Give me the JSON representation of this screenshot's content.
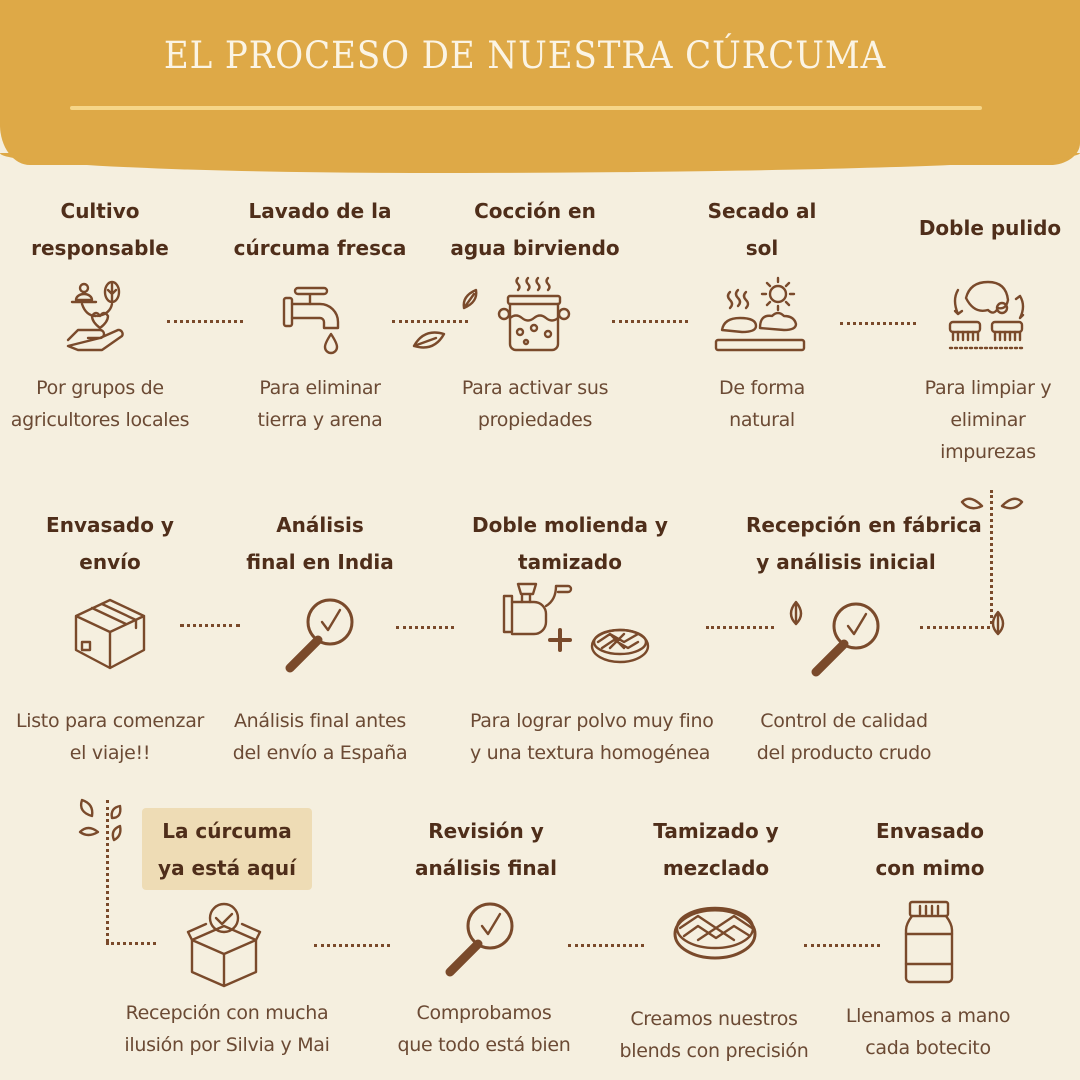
{
  "header": {
    "title": "EL PROCESO DE NUESTRA CÚRCUMA",
    "banner_color": "#dea947",
    "text_color": "#4e3120"
  },
  "rows": [
    {
      "steps": [
        {
          "title_l1": "Cultivo",
          "title_l2": "responsable",
          "desc_l1": "Por grupos de",
          "desc_l2": "agricultores locales",
          "icon": "hand-heart-plant-icon"
        },
        {
          "title_l1": "Lavado de la",
          "title_l2": "cúrcuma fresca",
          "desc_l1": "Para eliminar",
          "desc_l2": "tierra y arena",
          "icon": "water-tap-icon"
        },
        {
          "title_l1": "Cocción en",
          "title_l2": "agua birviendo",
          "desc_l1": "Para activar sus",
          "desc_l2": "propiedades",
          "icon": "boiling-pot-icon"
        },
        {
          "title_l1": "Secado al",
          "title_l2": "sol",
          "desc_l1": "De forma",
          "desc_l2": "natural",
          "icon": "sun-drying-icon"
        },
        {
          "title_l1": "Doble pulido",
          "title_l2": "",
          "desc_l1": "Para limpiar y",
          "desc_l2": "eliminar",
          "desc_l3": "impurezas",
          "icon": "brush-polishing-icon"
        }
      ]
    },
    {
      "steps": [
        {
          "title_l1": "Envasado y",
          "title_l2": "envío",
          "desc_l1": "Listo para comenzar",
          "desc_l2": "el viaje!!",
          "icon": "cardboard-box-icon"
        },
        {
          "title_l1": "Análisis",
          "title_l2": "final en India",
          "desc_l1": "Análisis final antes",
          "desc_l2": "del envío a España",
          "icon": "magnifier-check-icon"
        },
        {
          "title_l1": "Doble molienda y",
          "title_l2": "tamizado",
          "desc_l1": "Para lograr polvo muy fino",
          "desc_l2": "y una textura homogénea",
          "icon": "grinder-sieve-icon"
        },
        {
          "title_l1": "Recepción en fábrica",
          "title_l2": "y análisis inicial",
          "desc_l1": "Control de calidad",
          "desc_l2": "del producto crudo",
          "icon": "magnifier-check-icon"
        }
      ]
    },
    {
      "steps": [
        {
          "title_l1": "La cúrcuma",
          "title_l2": "ya está aquí",
          "desc_l1": "Recepción con mucha",
          "desc_l2": "ilusión por Silvia y Mai",
          "icon": "box-check-icon",
          "highlighted": true
        },
        {
          "title_l1": "Revisión y",
          "title_l2": "análisis final",
          "desc_l1": "Comprobamos",
          "desc_l2": "que todo está bien",
          "icon": "magnifier-check-icon"
        },
        {
          "title_l1": "Tamizado y",
          "title_l2": "mezclado",
          "desc_l1": "Creamos nuestros",
          "desc_l2": "blends con precisión",
          "icon": "sieve-icon"
        },
        {
          "title_l1": "Envasado",
          "title_l2": "con mimo",
          "desc_l1": "Llenamos a mano",
          "desc_l2": "cada botecito",
          "icon": "jar-icon"
        }
      ]
    }
  ]
}
